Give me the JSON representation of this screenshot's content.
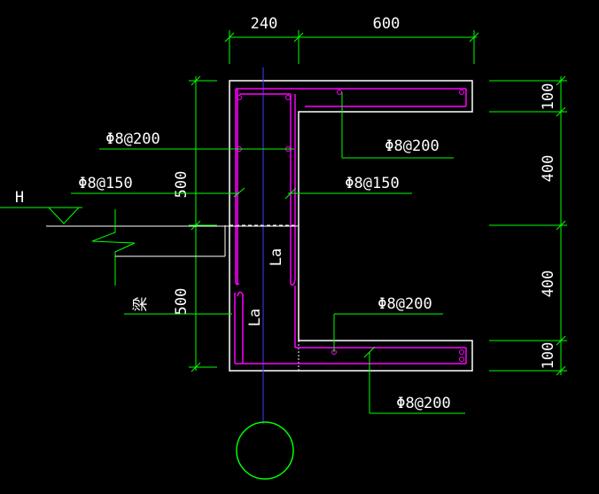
{
  "colors": {
    "background": "#000000",
    "outline": "#ffffff",
    "dimension": "#00ff00",
    "rebar": "#ff00ff",
    "axis": "#3f3fff",
    "text": "#ffffff",
    "grid_circle": "#00ff00",
    "hatch": "#00ff00"
  },
  "dimensions": {
    "top_left": "240",
    "top_right": "600",
    "left_upper": "500",
    "left_lower": "500",
    "right_1": "100",
    "right_2": "400",
    "right_3": "400",
    "right_4": "100"
  },
  "labels": {
    "rebar_top_left": "Φ8@200",
    "rebar_top_right": "Φ8@200",
    "rebar_left_mid": "Φ8@150",
    "rebar_right_mid": "Φ8@150",
    "rebar_bottom_inner": "Φ8@200",
    "rebar_bottom_outer": "Φ8@200",
    "level_mark": "H",
    "beam_label": "梁",
    "anchor_upper": "La",
    "anchor_lower": "La"
  }
}
